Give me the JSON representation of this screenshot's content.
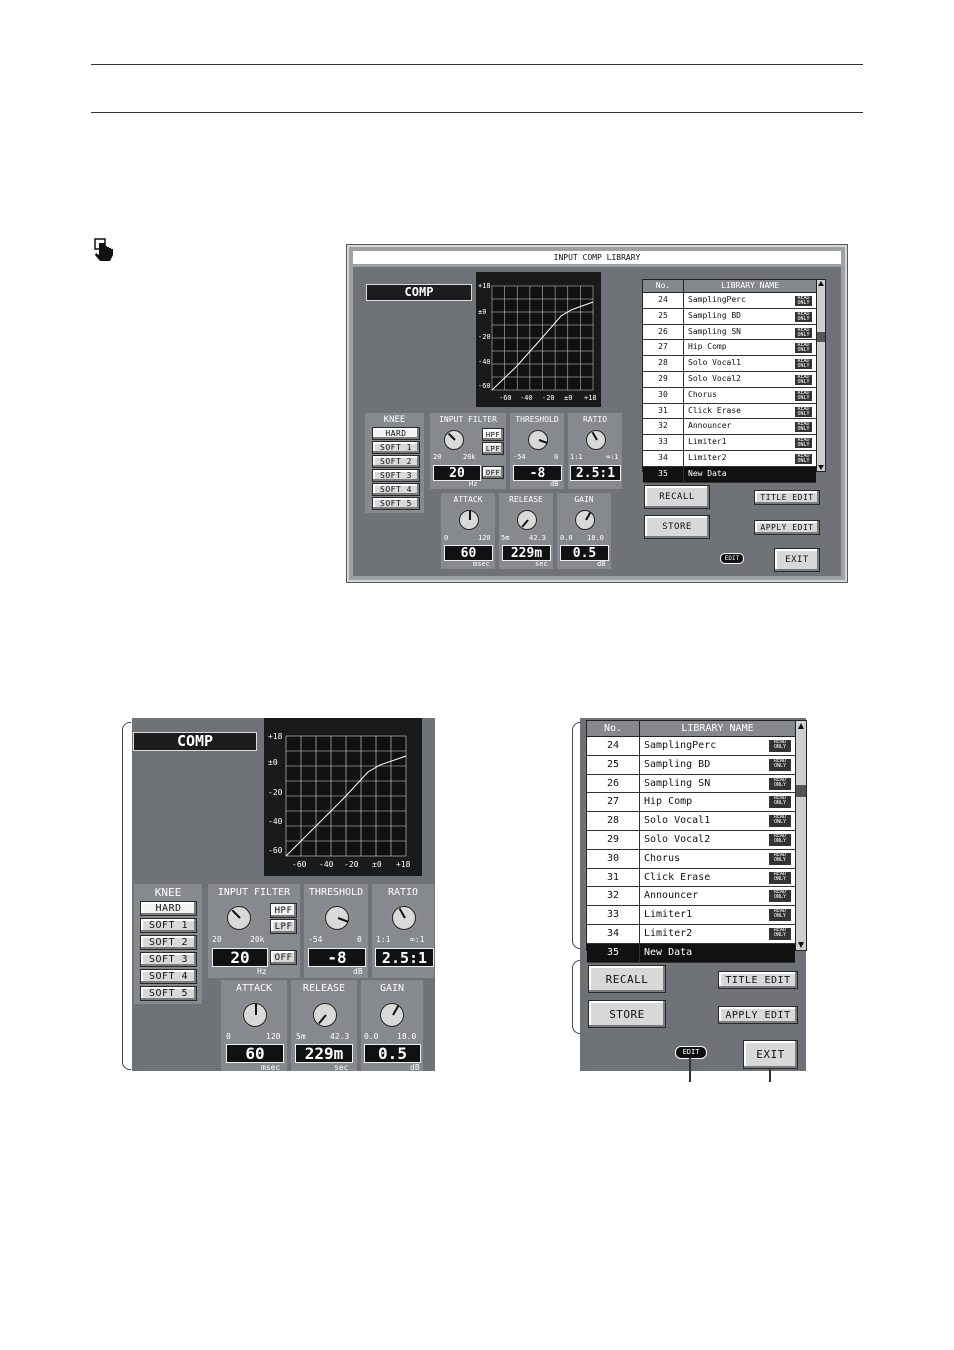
{
  "window": {
    "title": "INPUT COMP LIBRARY"
  },
  "comp": {
    "title": "COMP",
    "graph": {
      "y_ticks": [
        "+18",
        "±0",
        "-20",
        "-40",
        "-60"
      ],
      "x_ticks": [
        "-60",
        "-40",
        "-20",
        "±0",
        "+18"
      ]
    }
  },
  "knee": {
    "label": "KNEE",
    "options": [
      "HARD",
      "SOFT 1",
      "SOFT 2",
      "SOFT 3",
      "SOFT 4",
      "SOFT 5"
    ]
  },
  "input_filter": {
    "label": "INPUT FILTER",
    "min": "20",
    "max": "20k",
    "value": "20",
    "unit": "Hz",
    "hpf": "HPF",
    "lpf": "LPF",
    "off": "OFF"
  },
  "threshold": {
    "label": "THRESHOLD",
    "min": "-54",
    "max": "0",
    "value": "-8",
    "unit": "dB"
  },
  "ratio": {
    "label": "RATIO",
    "min": "1:1",
    "max": "∞:1",
    "value": "2.5:1"
  },
  "attack": {
    "label": "ATTACK",
    "min": "0",
    "max": "120",
    "value": "60",
    "unit": "msec"
  },
  "release": {
    "label": "RELEASE",
    "min": "5m",
    "max": "42.3",
    "value": "229m",
    "unit": "sec"
  },
  "gain": {
    "label": "GAIN",
    "min": "0.0",
    "max": "18.0",
    "value": "0.5",
    "unit": "dB"
  },
  "library": {
    "col_no": "No.",
    "col_name": "LIBRARY NAME",
    "read_only_badge": "READ ONLY",
    "rows": [
      {
        "no": "24",
        "name": "SamplingPerc"
      },
      {
        "no": "25",
        "name": "Sampling BD"
      },
      {
        "no": "26",
        "name": "Sampling SN"
      },
      {
        "no": "27",
        "name": "Hip Comp"
      },
      {
        "no": "28",
        "name": "Solo Vocal1"
      },
      {
        "no": "29",
        "name": "Solo Vocal2"
      },
      {
        "no": "30",
        "name": "Chorus"
      },
      {
        "no": "31",
        "name": "Click Erase"
      },
      {
        "no": "32",
        "name": "Announcer"
      },
      {
        "no": "33",
        "name": "Limiter1"
      },
      {
        "no": "34",
        "name": "Limiter2"
      },
      {
        "no": "35",
        "name": "New Data"
      }
    ]
  },
  "buttons": {
    "recall": "RECALL",
    "store": "STORE",
    "title_edit": "TITLE EDIT",
    "apply_edit": "APPLY EDIT",
    "exit": "EXIT",
    "edit": "EDIT"
  },
  "colors": {
    "panel": "#6f7276",
    "dark": "#1c1c1c",
    "selected_row": "#111111"
  }
}
